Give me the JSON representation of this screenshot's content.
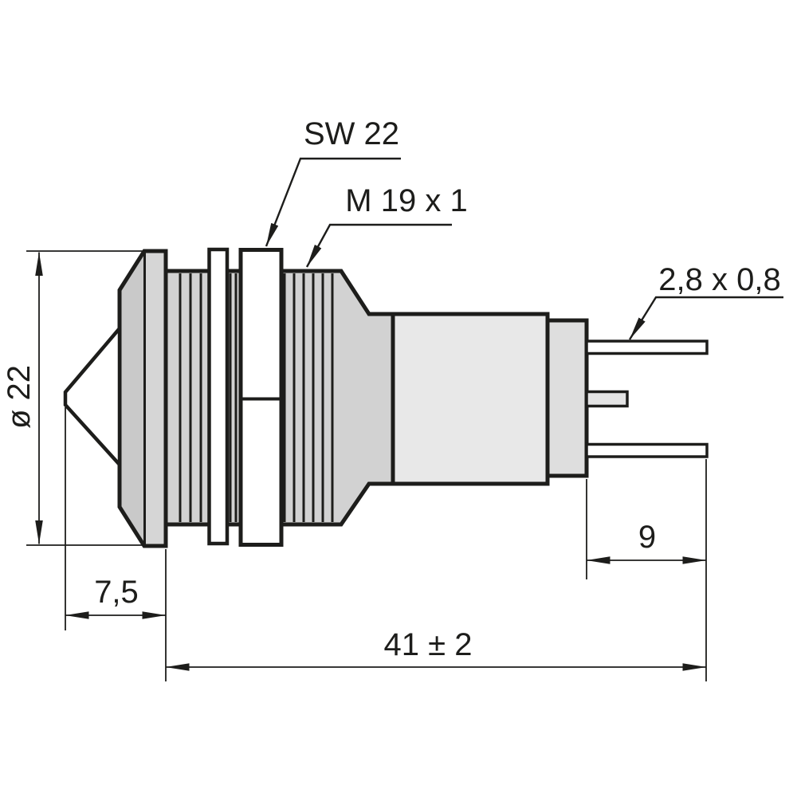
{
  "callout_labels": {
    "wrench_size": "SW 22",
    "thread_spec": "M 19 x 1",
    "terminal_size": "2,8 x 0,8"
  },
  "dimension_labels": {
    "front_diameter": "ø 22",
    "bezel_depth": "7,5",
    "terminal_length": "9",
    "overall_length": "41 ± 2"
  },
  "colors": {
    "line": "#1d1d1b",
    "bezel_front": "#c9c9c9",
    "bezel_rim": "#d6d6d6",
    "thread_fill": "#d2d2d2",
    "rear_body_fill": "#e8e8e8",
    "end_cap_fill": "#dedede",
    "pin_middle_fill": "#e4e4e4",
    "white_fill": "#ffffff",
    "background": "#ffffff"
  }
}
